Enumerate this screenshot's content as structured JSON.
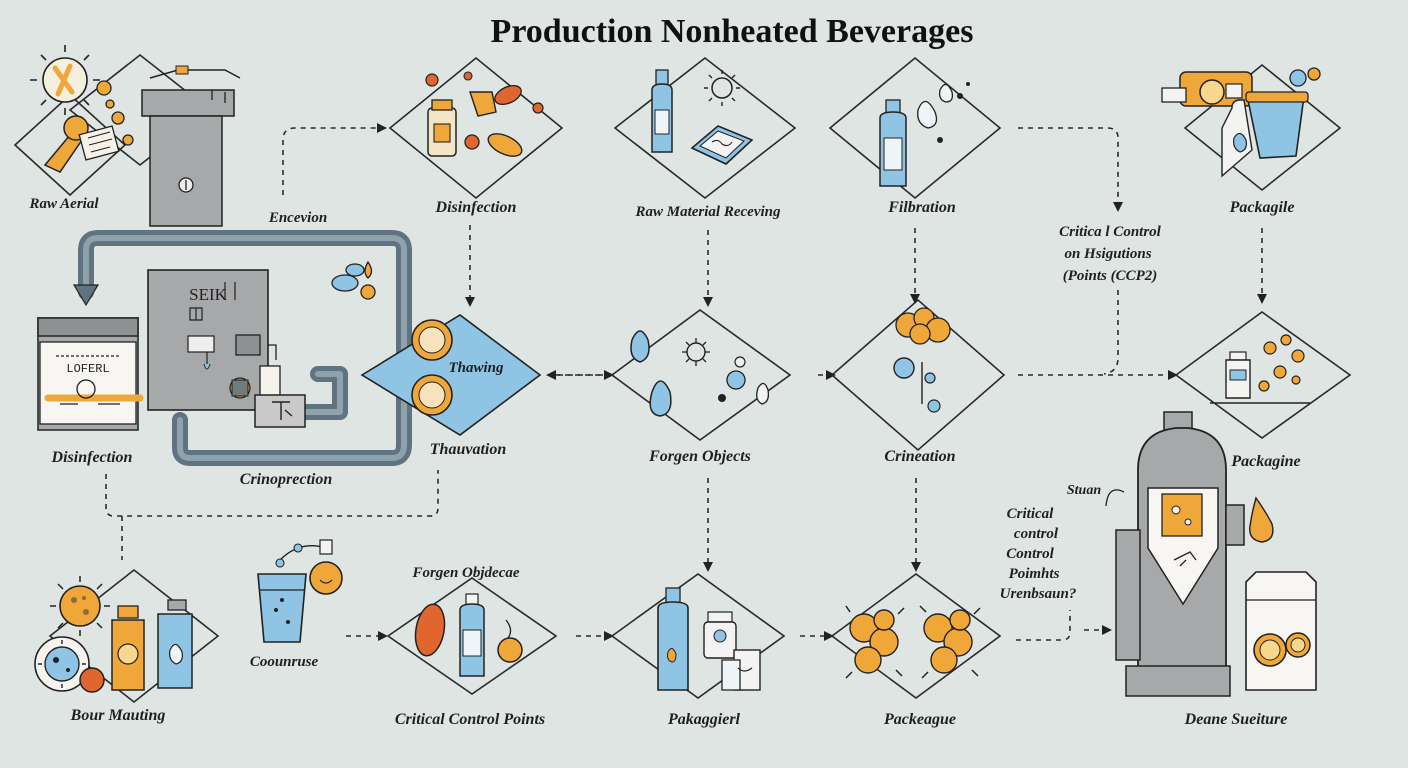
{
  "title": "Production Nonheated Beverages",
  "labels": {
    "raw_aerial": "Raw Aerial",
    "encevion": "Encevion",
    "disinfection_top": "Disinfection",
    "raw_material_receiving": "Raw Material Receving",
    "filtration": "Filbration",
    "packagile": "Packagile",
    "ccp_note_line1": "Critica l Control",
    "ccp_note_line2": "on Hsigutions",
    "ccp_note_line3": "(Points (CCP2)",
    "thawing": "Thawing",
    "disinfection_left": "Disinfection",
    "crinoprection": "Crinoprection",
    "thauvation": "Thauvation",
    "forgen_objects": "Forgen Objects",
    "crineation": "Crineation",
    "packagine": "Packagine",
    "stuan": "Stuan",
    "ccp_side_line1": "Critical",
    "ccp_side_line2": "control",
    "ccp_side_line3": "Control",
    "ccp_side_line4": "Poimhts",
    "ccp_side_line5": "Urenbsaun?",
    "forgen_objdecae": "Forgen Objdecae",
    "counruse": "Coounruse",
    "bour_mauting": "Bour Mauting",
    "critical_control_points": "Critical Control Points",
    "pakaggierl": "Pakaggierl",
    "packeague": "Packeague",
    "deane_sueiture": "Deane Sueiture"
  },
  "machine_text": {
    "screen_code": "SEIK",
    "panel_code": "LOFERL"
  },
  "colors": {
    "background": "#dfe5e3",
    "orange": "#f0a73a",
    "blue": "#8fc4e4",
    "gray": "#a7a8aa",
    "pipe": "#5f7480",
    "red": "#e0652e",
    "ink": "#222222"
  }
}
